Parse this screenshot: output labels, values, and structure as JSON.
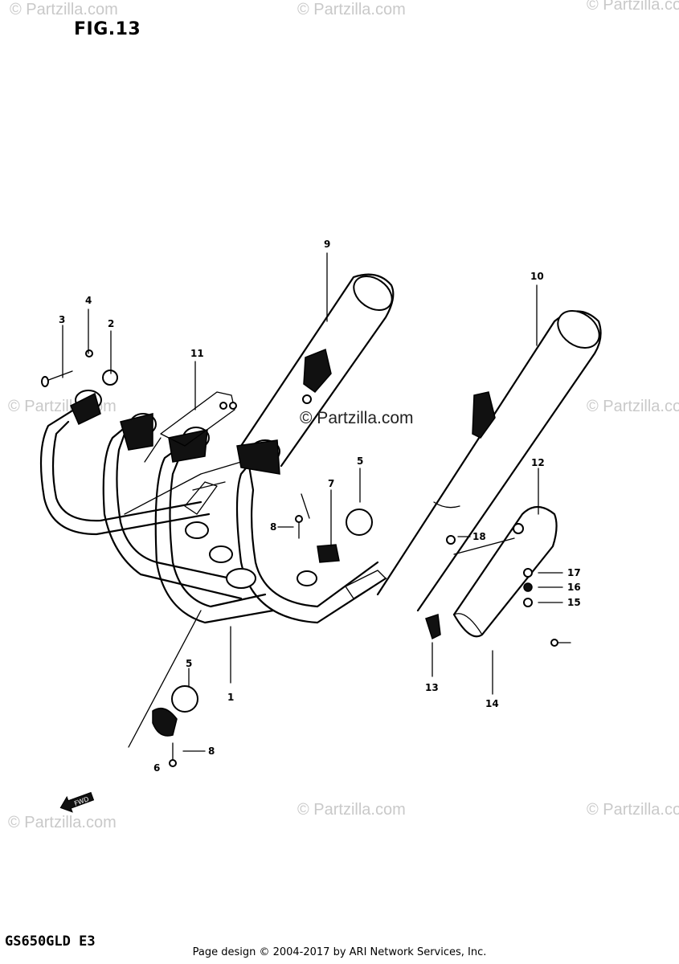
{
  "figure_title": "FIG.13",
  "model_code": "GS650GLD E3",
  "footer": "Page design © 2004-2017 by ARI Network Services, Inc.",
  "watermark": "© Partzilla.com",
  "center_watermark": "© Partzilla.com",
  "fwd_label": "FWD",
  "callouts": {
    "c1": "1",
    "c2": "2",
    "c3": "3",
    "c4": "4",
    "c5a": "5",
    "c5b": "5",
    "c6": "6",
    "c7": "7",
    "c8a": "8",
    "c8b": "8",
    "c9": "9",
    "c10": "10",
    "c11": "11",
    "c12": "12",
    "c13": "13",
    "c14": "14",
    "c15": "15",
    "c16": "16",
    "c17": "17",
    "c18": "18"
  }
}
